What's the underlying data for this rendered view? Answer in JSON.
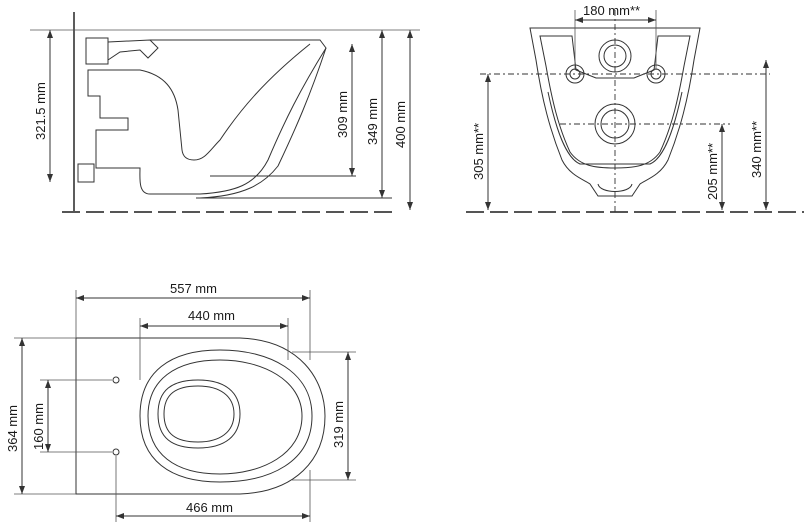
{
  "side_view": {
    "dim_height_outlet": "321.5 mm",
    "dim_height_rim": "309 mm",
    "dim_height_top": "349 mm",
    "dim_height_total": "400 mm"
  },
  "front_view": {
    "dim_inlet_spacing": "180 mm**",
    "dim_inlet_height": "305 mm**",
    "dim_outlet_height": "205 mm**",
    "dim_fixing_height": "340 mm**"
  },
  "top_view": {
    "dim_total_length": "557 mm",
    "dim_bowl_length": "440 mm",
    "dim_total_width": "364 mm",
    "dim_fixing_spacing": "160 mm",
    "dim_bowl_width": "319 mm",
    "dim_base_length": "466 mm"
  }
}
